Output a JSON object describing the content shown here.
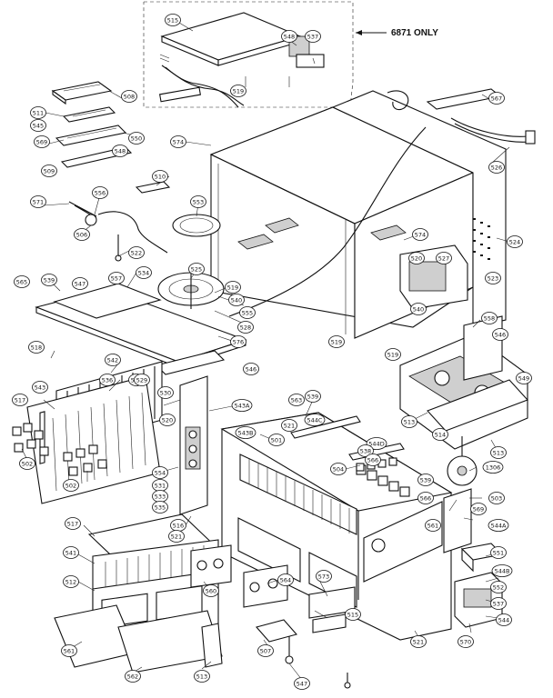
{
  "diagram": {
    "note": "6871 ONLY",
    "callouts": [
      {
        "id": "c515",
        "label": "515"
      },
      {
        "id": "c548a",
        "label": "548"
      },
      {
        "id": "c537a",
        "label": "537"
      },
      {
        "id": "c519a",
        "label": "519"
      },
      {
        "id": "c508",
        "label": "508"
      },
      {
        "id": "c511",
        "label": "511"
      },
      {
        "id": "c545",
        "label": "545"
      },
      {
        "id": "c550",
        "label": "550"
      },
      {
        "id": "c569a",
        "label": "569"
      },
      {
        "id": "c548b",
        "label": "548"
      },
      {
        "id": "c509",
        "label": "509"
      },
      {
        "id": "c510",
        "label": "510"
      },
      {
        "id": "c574a",
        "label": "574"
      },
      {
        "id": "c567",
        "label": "567"
      },
      {
        "id": "c526",
        "label": "526"
      },
      {
        "id": "c571",
        "label": "571"
      },
      {
        "id": "c556",
        "label": "556"
      },
      {
        "id": "c553",
        "label": "553"
      },
      {
        "id": "c506",
        "label": "506"
      },
      {
        "id": "c522",
        "label": "522"
      },
      {
        "id": "c574b",
        "label": "574"
      },
      {
        "id": "c524",
        "label": "524"
      },
      {
        "id": "c565",
        "label": "565"
      },
      {
        "id": "c539a",
        "label": "539"
      },
      {
        "id": "c547",
        "label": "547"
      },
      {
        "id": "c557",
        "label": "557"
      },
      {
        "id": "c534",
        "label": "534"
      },
      {
        "id": "c525",
        "label": "525"
      },
      {
        "id": "c519b",
        "label": "519"
      },
      {
        "id": "c520",
        "label": "520"
      },
      {
        "id": "c527",
        "label": "527"
      },
      {
        "id": "c523",
        "label": "523"
      },
      {
        "id": "c540a",
        "label": "540"
      },
      {
        "id": "c555",
        "label": "555"
      },
      {
        "id": "c528",
        "label": "528"
      },
      {
        "id": "c540b",
        "label": "540"
      },
      {
        "id": "c529a",
        "label": "529"
      },
      {
        "id": "c518",
        "label": "518"
      },
      {
        "id": "c542",
        "label": "542"
      },
      {
        "id": "c576",
        "label": "576"
      },
      {
        "id": "c546a",
        "label": "546"
      },
      {
        "id": "c519c",
        "label": "519"
      },
      {
        "id": "c519d",
        "label": "519"
      },
      {
        "id": "c558",
        "label": "558"
      },
      {
        "id": "c546b",
        "label": "546"
      },
      {
        "id": "c543",
        "label": "543"
      },
      {
        "id": "c536",
        "label": "536"
      },
      {
        "id": "c529b",
        "label": "529"
      },
      {
        "id": "c549",
        "label": "549"
      },
      {
        "id": "c517a",
        "label": "517"
      },
      {
        "id": "c530",
        "label": "530"
      },
      {
        "id": "c543a",
        "label": "543A"
      },
      {
        "id": "c563",
        "label": "563"
      },
      {
        "id": "c539b",
        "label": "539"
      },
      {
        "id": "c544c",
        "label": "544C"
      },
      {
        "id": "c520b",
        "label": "520"
      },
      {
        "id": "c543b",
        "label": "543B"
      },
      {
        "id": "c521a",
        "label": "521"
      },
      {
        "id": "c501",
        "label": "501"
      },
      {
        "id": "c513a",
        "label": "513"
      },
      {
        "id": "c514",
        "label": "514"
      },
      {
        "id": "c544d",
        "label": "544D"
      },
      {
        "id": "c538",
        "label": "538"
      },
      {
        "id": "c566a",
        "label": "566"
      },
      {
        "id": "c513b",
        "label": "513"
      },
      {
        "id": "c1306",
        "label": "1306"
      },
      {
        "id": "c502a",
        "label": "502"
      },
      {
        "id": "c554",
        "label": "554"
      },
      {
        "id": "c531",
        "label": "531"
      },
      {
        "id": "c533",
        "label": "533"
      },
      {
        "id": "c535",
        "label": "535"
      },
      {
        "id": "c504",
        "label": "504"
      },
      {
        "id": "c539c",
        "label": "539"
      },
      {
        "id": "c503",
        "label": "503"
      },
      {
        "id": "c566b",
        "label": "566"
      },
      {
        "id": "c569b",
        "label": "569"
      },
      {
        "id": "c502b",
        "label": "502"
      },
      {
        "id": "c561a",
        "label": "561"
      },
      {
        "id": "c544a",
        "label": "544A"
      },
      {
        "id": "c516",
        "label": "516"
      },
      {
        "id": "c521b",
        "label": "521"
      },
      {
        "id": "c517b",
        "label": "517"
      },
      {
        "id": "c541",
        "label": "541"
      },
      {
        "id": "c512",
        "label": "512"
      },
      {
        "id": "c560",
        "label": "560"
      },
      {
        "id": "c564",
        "label": "564"
      },
      {
        "id": "c573",
        "label": "573"
      },
      {
        "id": "c551",
        "label": "551"
      },
      {
        "id": "c544b",
        "label": "544B"
      },
      {
        "id": "c552",
        "label": "552"
      },
      {
        "id": "c537b",
        "label": "537"
      },
      {
        "id": "c544",
        "label": "544"
      },
      {
        "id": "c561b",
        "label": "561"
      },
      {
        "id": "c562",
        "label": "562"
      },
      {
        "id": "c507",
        "label": "507"
      },
      {
        "id": "c515b",
        "label": "515"
      },
      {
        "id": "c521c",
        "label": "521"
      },
      {
        "id": "c570",
        "label": "570"
      },
      {
        "id": "c513c",
        "label": "513"
      },
      {
        "id": "c547b",
        "label": "547"
      }
    ]
  }
}
